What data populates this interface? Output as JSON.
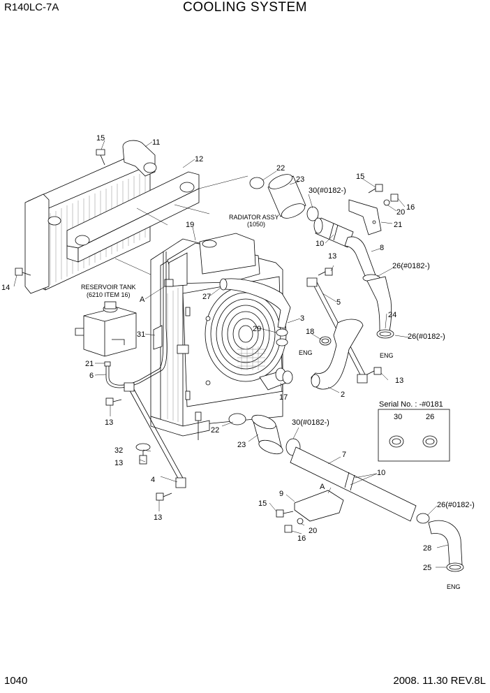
{
  "header": {
    "model": "R140LC-7A",
    "title": "COOLING SYSTEM"
  },
  "footer": {
    "page": "1040",
    "revision": "2008. 11.30  REV.8L"
  },
  "annotations": {
    "radiator_assy": "RADIATOR ASSY",
    "radiator_assy_no": "(1050)",
    "reservoir_tank": "RESERVOIR TANK",
    "reservoir_tank_ref": "(6210 ITEM 16)",
    "eng": "ENG",
    "view_a": "A",
    "serial_no": "Serial No. : -#0181"
  },
  "callouts": {
    "p2": "2",
    "p3": "3",
    "p4": "4",
    "p5": "5",
    "p6": "6",
    "p7": "7",
    "p8": "8",
    "p9": "9",
    "p10": "10",
    "p11": "11",
    "p12": "12",
    "p13": "13",
    "p14": "14",
    "p15": "15",
    "p16": "16",
    "p17": "17",
    "p18": "18",
    "p19": "19",
    "p20": "20",
    "p21": "21",
    "p22": "22",
    "p23": "23",
    "p24": "24",
    "p25": "25",
    "p26": "26",
    "p27": "27",
    "p28": "28",
    "p29": "29",
    "p30": "30",
    "p31": "31",
    "p32": "32",
    "p26_serial": "26(#0182-)",
    "p30_serial": "30(#0182-)",
    "p30_serial_sp": "30 (#0182-)"
  }
}
